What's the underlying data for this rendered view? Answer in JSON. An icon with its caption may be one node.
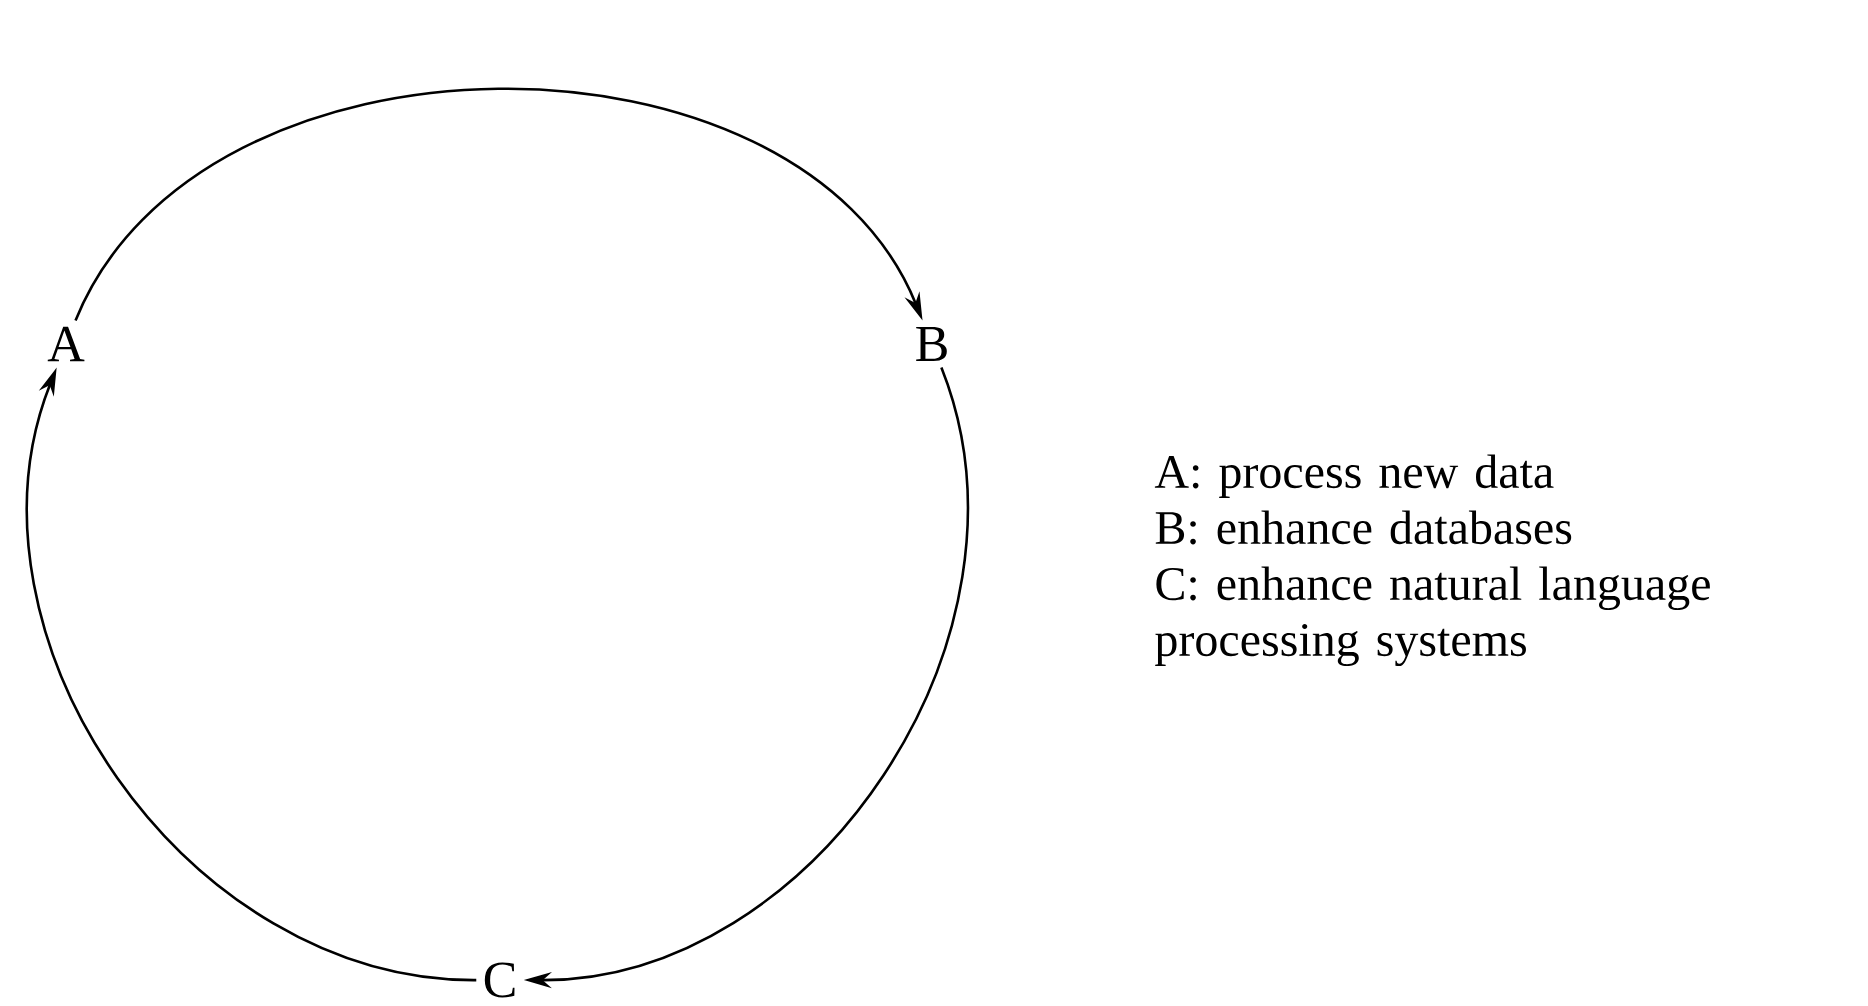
{
  "diagram": {
    "nodes": [
      {
        "text": [
          "A"
        ]
      },
      {
        "text": [
          "B"
        ]
      },
      {
        "text": [
          "C"
        ]
      }
    ],
    "edges": [
      {
        "from": 0,
        "to": 1,
        "arrow": "to"
      },
      {
        "from": 1,
        "to": 2,
        "arrow": "to"
      },
      {
        "from": 2,
        "to": 0,
        "arrow": "to"
      }
    ],
    "labels": [
      "A: process new data",
      "B: enhance databases",
      "C: enhance natural language processing systems"
    ]
  }
}
